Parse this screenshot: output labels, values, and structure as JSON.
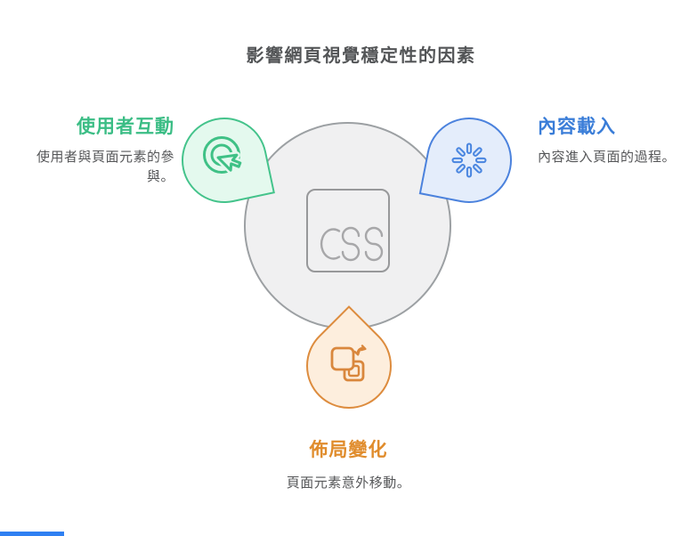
{
  "title": "影響網頁視覺穩定性的因素",
  "center": {
    "label": "CSS"
  },
  "nodes": [
    {
      "id": "user-interaction",
      "title": "使用者互動",
      "description": "使用者與頁面元素的參與。",
      "icon": "click-cursor-icon",
      "accent": "#3bbd85"
    },
    {
      "id": "content-loading",
      "title": "內容載入",
      "description": "內容進入頁面的過程。",
      "icon": "spinner-icon",
      "accent": "#3a7dd8"
    },
    {
      "id": "layout-shift",
      "title": "佈局變化",
      "description": "頁面元素意外移動。",
      "icon": "layers-swap-icon",
      "accent": "#e08c2c"
    }
  ],
  "colors": {
    "text": "#535557",
    "muted": "#565759",
    "green": "#44c38b",
    "green-bg": "#e4f9ee",
    "green-title": "#3bbd85",
    "blue": "#4b82dd",
    "blue-bg": "#e4edfb",
    "blue-title": "#3a7dd8",
    "orange": "#dd8c3e",
    "orange-bg": "#fdeedd",
    "orange-title": "#e08c2c",
    "circle-bg": "#f0f0f1",
    "circle-border": "#9ca0a3",
    "logo-border": "#97989a",
    "logo-glyph": "#a7a7a9",
    "progress": "#2f80f2"
  }
}
